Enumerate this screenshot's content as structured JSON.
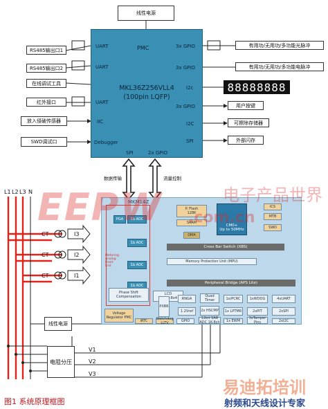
{
  "power_top": "线性电源",
  "power_bottom": "线性电源",
  "mcu": {
    "name_line1": "MKL36Z256VLL4",
    "name_line2": "(100pin LQFP)",
    "pmc": "PMC",
    "uart1": "UART",
    "uart2": "UART",
    "uart3": "UART",
    "iic": "IIC",
    "debugger": "Debugger",
    "gpio1": "3x GPIO",
    "gpio2": "3x GPIO",
    "i2c_right": "I2c",
    "gpio3": "3x GPIO",
    "i2c_right2": "I2C",
    "spi_right": "SPI",
    "spi_bottom": "SPI",
    "gpio_bottom": "2x GPIO"
  },
  "left_ports": [
    "RS485输出口1",
    "RS485输出口2",
    "在线调试工具",
    "红外接口",
    "放入侵破传感器",
    "SWD调试口"
  ],
  "right_ports": [
    "有用功/无用功/多功能光脉冲",
    "有用功/无用功/多功能电脉冲",
    "用户按键",
    "可擦除存储器",
    "外部闪存"
  ],
  "segment_display": "88888888",
  "link_labels": {
    "data": "数据传输",
    "flow": "流量控制"
  },
  "phases": [
    "L1",
    "L2",
    "L3",
    "N"
  ],
  "ct": [
    "CT",
    "CT",
    "CT"
  ],
  "currents": [
    "I3",
    "I2",
    "I1"
  ],
  "divider": "电阻分压",
  "voltages": [
    "V1",
    "V2",
    "V3"
  ],
  "chip": {
    "title": "MKM14Z",
    "afe": "Metering Analog Front End",
    "pga": "PGA",
    "adc": [
      "Σ∆ ADC",
      "Σ∆ ADC",
      "Σ∆ ADC",
      "Σ∆ ADC"
    ],
    "phase_comp": "Phase Shift Compensation",
    "flash": "P. Flash",
    "flash_size": "128K",
    "sram": "SRAM",
    "dma": "DMA",
    "cpu": "CM0+",
    "cpu_speed": "Up to 50MHz",
    "ics": "ICS",
    "mpu_top": "MTB",
    "swd": "SWD",
    "crossbar": "Cross Bar Switch (XBS)",
    "mpu": "Memory Protection Unit (MPU)",
    "bridge": "Peripheral Bridge (APS Lite)",
    "lcd": "LCD",
    "lcd_size": "8x36+8x4",
    "xbar": "PXBR",
    "vreg": "Voltage Regulator PMC",
    "irtc": "iRTC",
    "wdog_low": "Watchdog LLTV",
    "gpio": "GPIO",
    "rnga": "RNGA",
    "vref": "1.2Vref",
    "quad": "Quad Timer",
    "hscmp": "2x HSCMP",
    "sar": "12bit SAR ADC 1K-8ch",
    "crc": "1x/PCRC",
    "lptmr": "1x LPTMR",
    "ewm": "1x EWM",
    "wdog": "1xWDOG",
    "pit": "2xPIT",
    "tamper": "3xTamper Pins",
    "uart": "4xUART",
    "spi": "2xSPI",
    "i2c": "2xI2C"
  },
  "figure_caption": "图1   系统原理框图",
  "watermark": {
    "big": "EEPW",
    "domain": ".com.cn",
    "cn_top": "电子产品世界",
    "brand": "易迪拓培训",
    "slogan": "射频和天线设计专家"
  }
}
